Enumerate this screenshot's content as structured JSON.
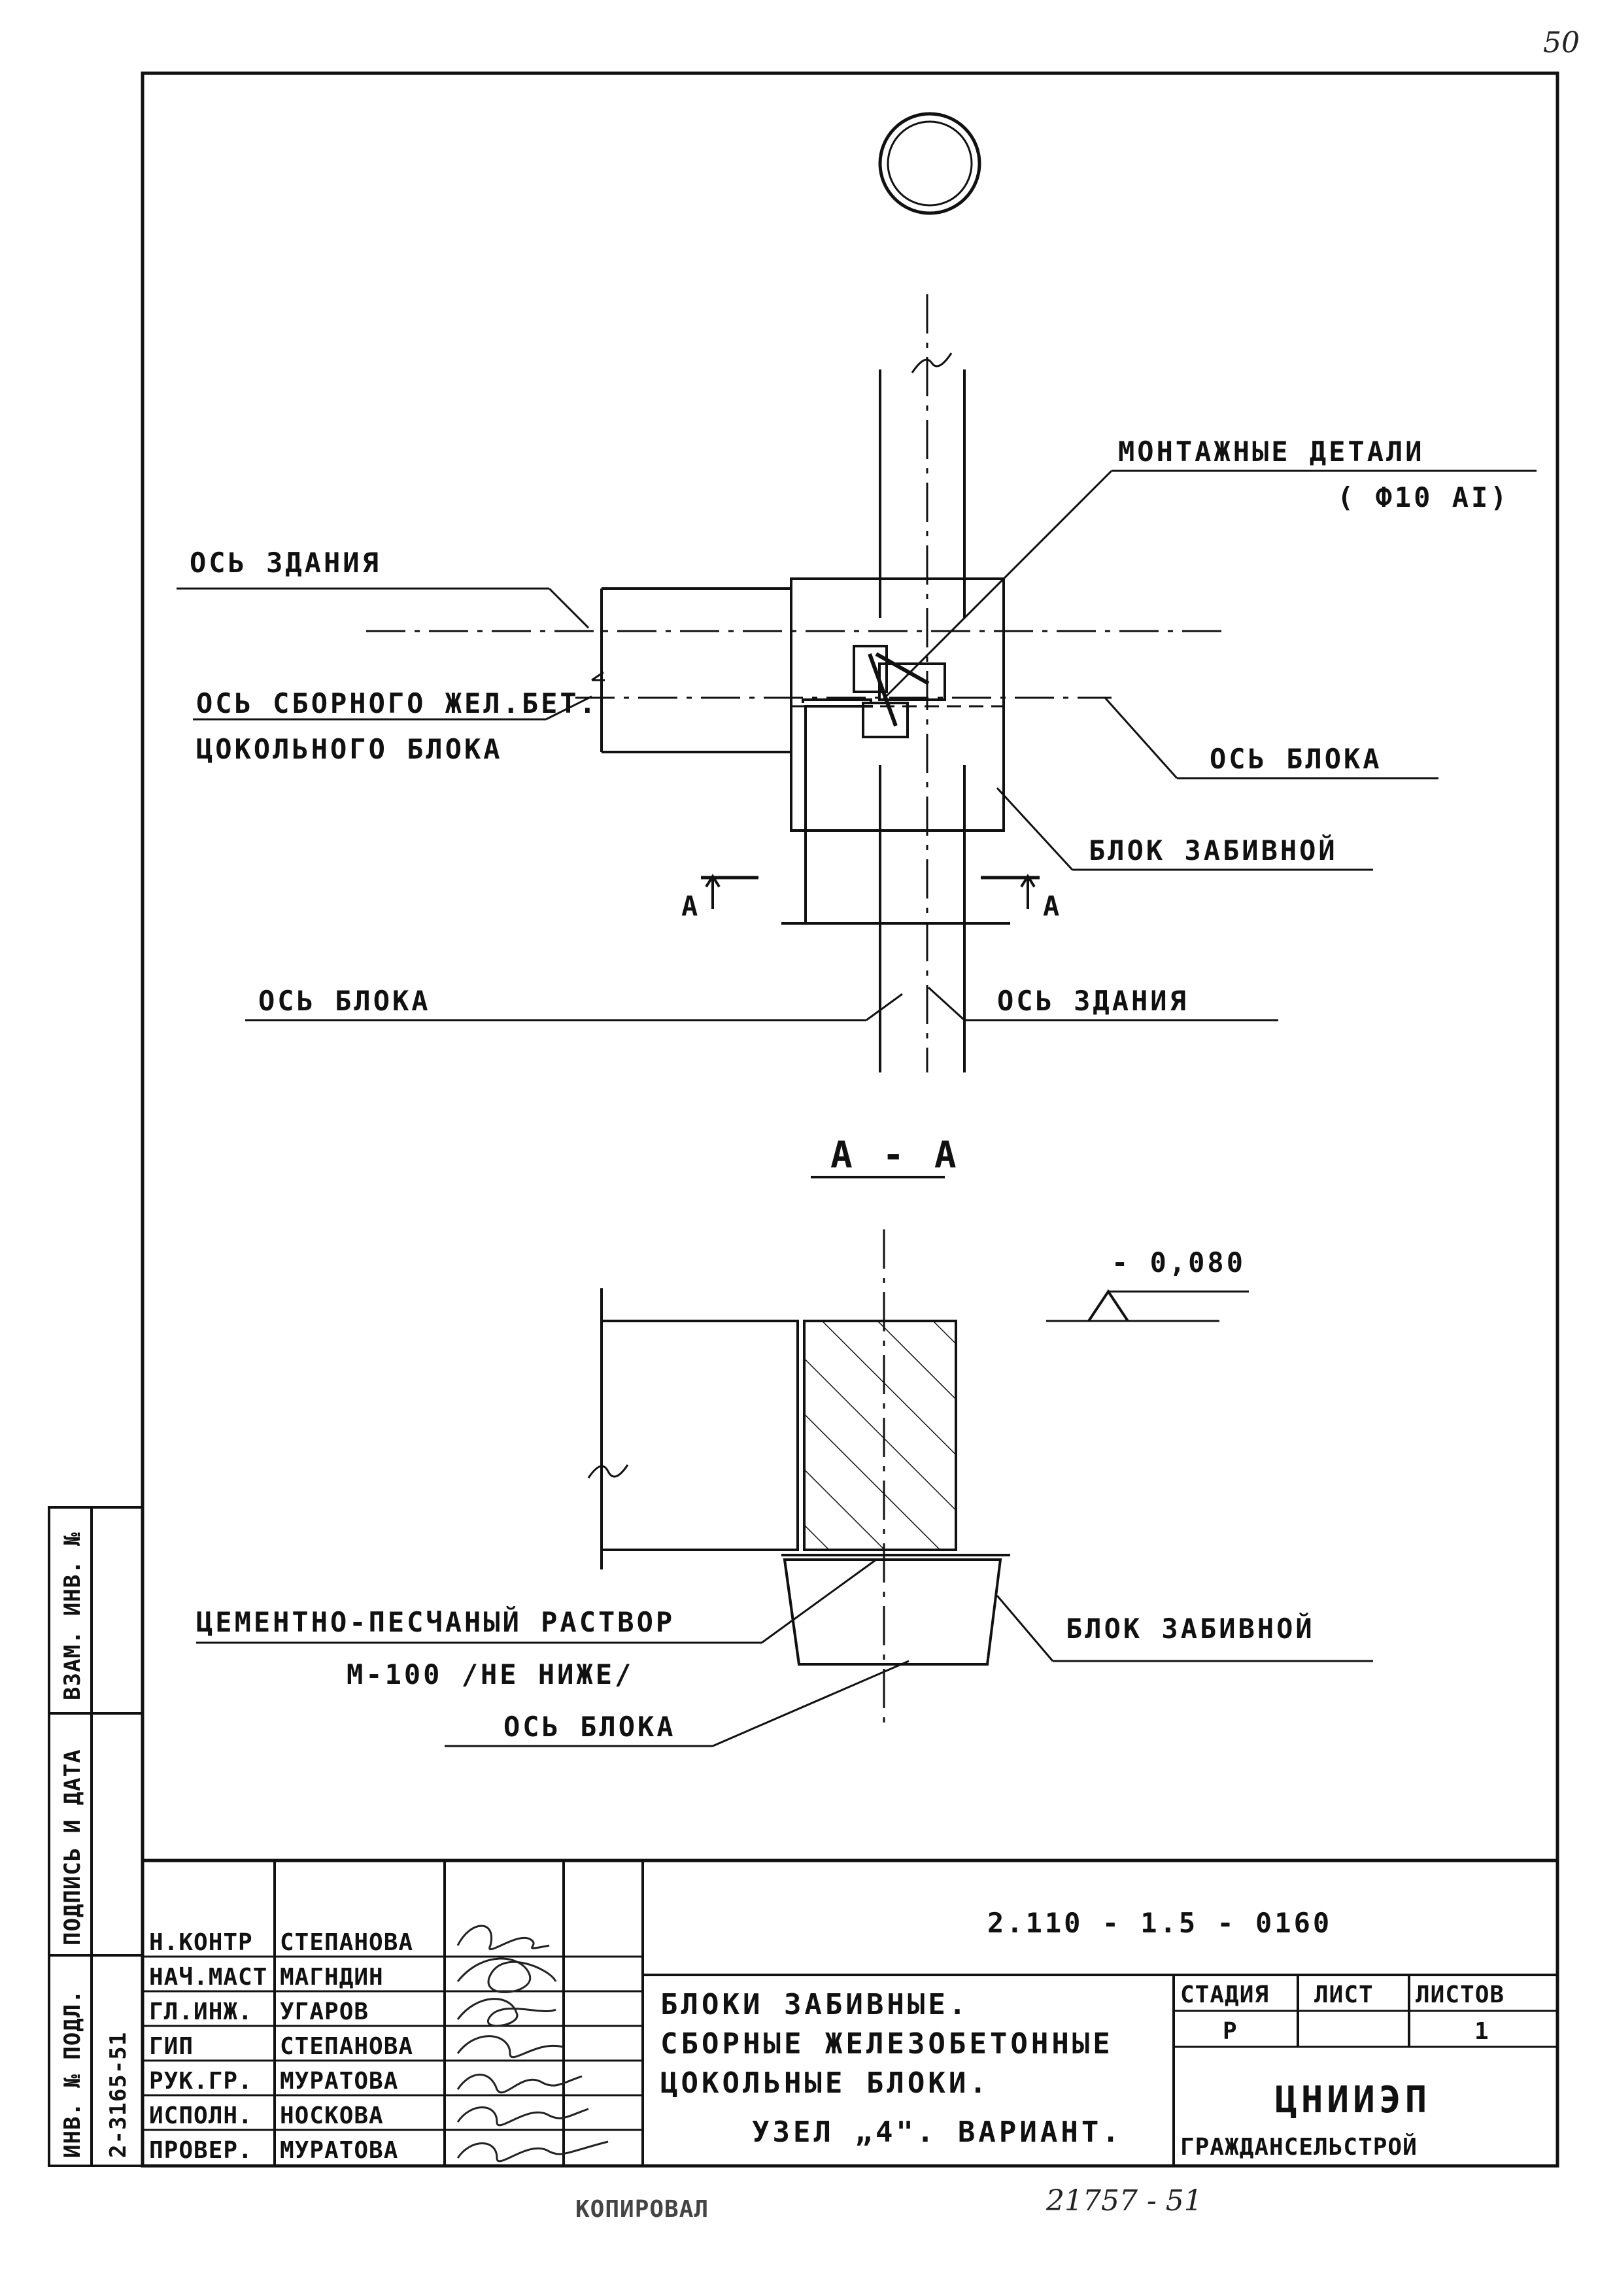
{
  "page_number": "50",
  "node_number": "4",
  "plan_labels": {
    "mounting_parts_line1": "МОНТАЖНЫЕ ДЕТАЛИ",
    "mounting_parts_line2": "( Ф10 АI)",
    "building_axis_top": "ОСЬ ЗДАНИЯ",
    "precast_axis_line1": "ОСЬ СБОРНОГО ЖЕЛ.БЕТ.",
    "precast_axis_line2": "ЦОКОЛЬНОГО БЛОКА",
    "block_axis_right": "ОСЬ БЛОКА",
    "driven_block_top": "БЛОК ЗАБИВНОЙ",
    "section_mark_left": "А",
    "section_mark_right": "А",
    "block_axis_bottom": "ОСЬ БЛОКА",
    "building_axis_bottom": "ОСЬ ЗДАНИЯ"
  },
  "section": {
    "title": "А - А",
    "elevation": "- 0,080",
    "mortar_line1": "ЦЕМЕНТНО-ПЕСЧАНЫЙ РАСТВОР",
    "mortar_line2": "М-100 /НЕ НИЖЕ/",
    "driven_block": "БЛОК ЗАБИВНОЙ",
    "block_axis": "ОСЬ БЛОКА"
  },
  "side_stamp": {
    "inv_podl": "ИНВ. № ПОДЛ.",
    "inv_value": "2-3165-51",
    "podpis": "ПОДПИСЬ И ДАТА",
    "vzam": "ВЗАМ. ИНВ. №"
  },
  "title_block": {
    "doc_code": "2.110 - 1.5 - 0160",
    "rows": [
      {
        "role": "Н.КОНТР",
        "name": "СТЕПАНОВА"
      },
      {
        "role": "НАЧ.МАСТ",
        "name": "МАГНДИН"
      },
      {
        "role": "ГЛ.ИНЖ.",
        "name": "УГАРОВ"
      },
      {
        "role": "ГИП",
        "name": "СТЕПАНОВА"
      },
      {
        "role": "РУК.ГР.",
        "name": "МУРАТОВА"
      },
      {
        "role": "ИСПОЛН.",
        "name": "НОСКОВА"
      },
      {
        "role": "ПРОВЕР.",
        "name": "МУРАТОВА"
      }
    ],
    "title_line1": "БЛОКИ ЗАБИВНЫЕ.",
    "title_line2": "СБОРНЫЕ ЖЕЛЕЗОБЕТОННЫЕ",
    "title_line3": "ЦОКОЛЬНЫЕ БЛОКИ.",
    "title_line4": "УЗЕЛ „4\". ВАРИАНТ.",
    "stage_header": "СТАДИЯ",
    "sheet_header": "ЛИСТ",
    "sheets_header": "ЛИСТОВ",
    "stage_value": "Р",
    "sheet_value": "",
    "sheets_value": "1",
    "org_line1": "ЦНИИЭП",
    "org_line2": "ГРАЖДАНСЕЛЬСТРОЙ"
  },
  "footer": {
    "copied": "КОПИРОВАЛ",
    "archive_number": "21757 - 51"
  }
}
